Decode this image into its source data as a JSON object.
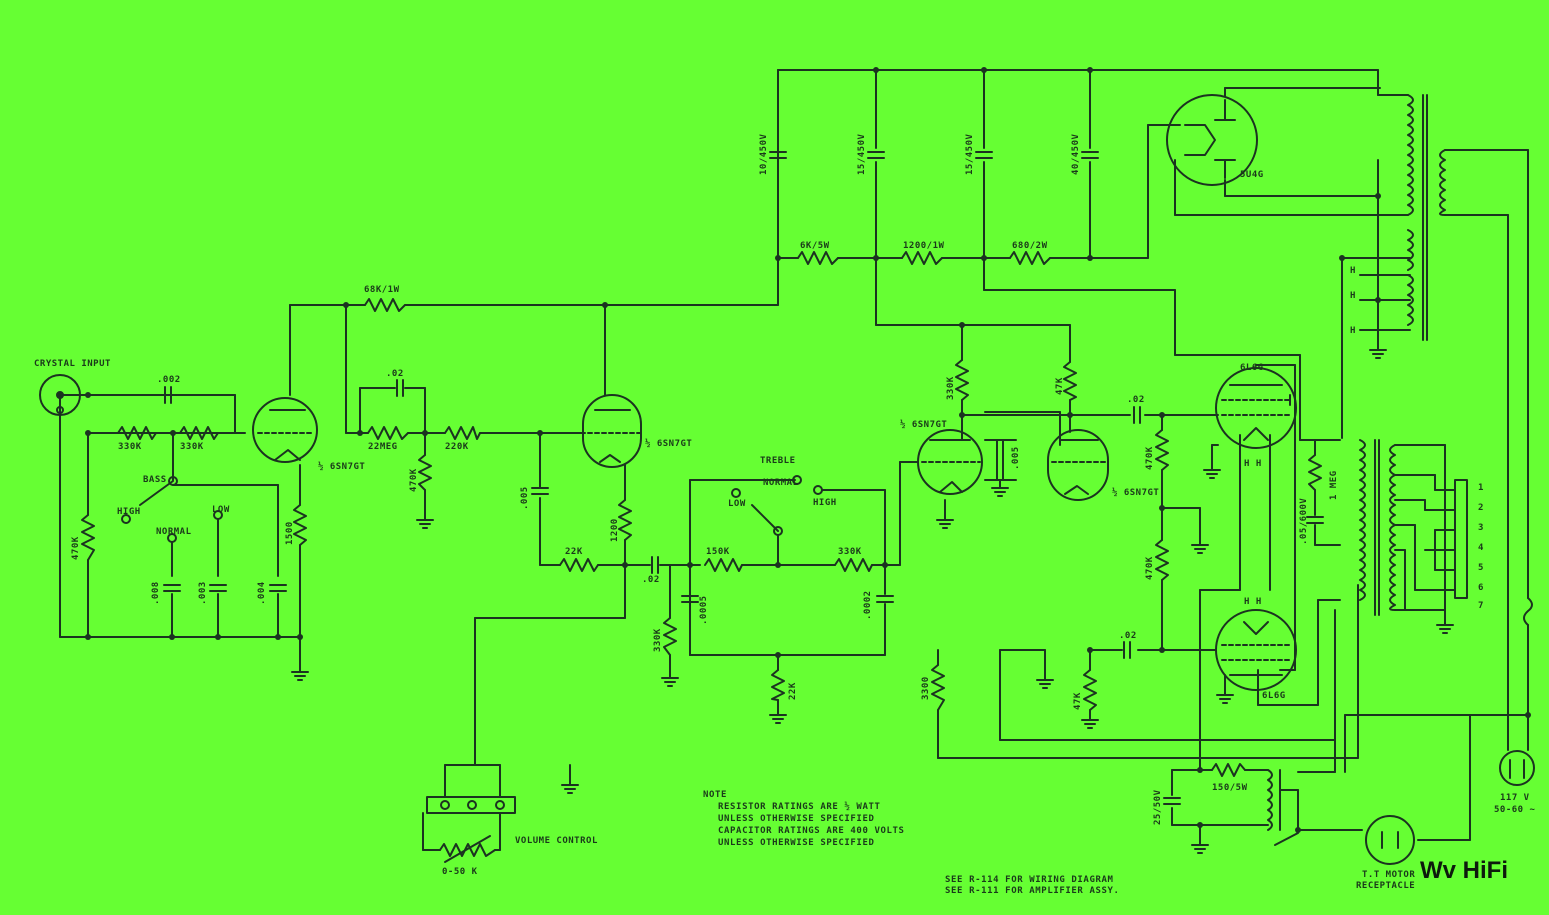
{
  "colors": {
    "background": "#66ff33",
    "ink": "#1b3320"
  },
  "labels": {
    "crystal_input": "CRYSTAL INPUT",
    "c_002": ".002",
    "r_330k_a": "330K",
    "r_330k_b": "330K",
    "bass": "BASS",
    "high_bass": "HIGH",
    "normal_bass": "NORMAL",
    "low_bass": "LOW",
    "c_008": ".008",
    "c_003": ".003",
    "c_004": ".004",
    "r_470k_in": "470K",
    "tube_v1": "½ 6SN7GT",
    "r_1500_v1": "1500",
    "r_68k": "68K/1W",
    "c_02_fb": ".02",
    "r_22meg": "22MEG",
    "r_220k": "220K",
    "r_470k_mid": "470K",
    "tube_v2": "½ 6SN7GT",
    "c_005_v2": ".005",
    "r_1200": "1200",
    "r_22k": "22K",
    "c_02_out": ".02",
    "treble": "TREBLE",
    "treble_normal": "NORMAL",
    "treble_low": "LOW",
    "treble_high": "HIGH",
    "r_150k": "150K",
    "r_330k_t": "330K",
    "c_0005_t": ".0005",
    "c_0002_t": ".0002",
    "r_330k_vc": "330K",
    "r_22k_t": "22K",
    "volume_control": "VOLUME CONTROL",
    "pot_value": "0-50 K",
    "cap_10": "10/450V",
    "cap_15a": "15/450V",
    "cap_15b": "15/450V",
    "cap_40": "40/450V",
    "r_6k": "6K/5W",
    "r_1200_1w": "1200/1W",
    "r_680": "680/2W",
    "rect": "5U4G",
    "tube_v3": "½ 6SN7GT",
    "tube_v4": "½ 6SN7GT",
    "r_330k_v3": "330K",
    "r_47k": "47K",
    "c_005_pi": ".005",
    "c_02_top": ".02",
    "c_02_bot": ".02",
    "r_470k_g1": "470K",
    "r_470k_g2": "470K",
    "r_47k_b": "47K",
    "r_3300": "3300",
    "tube_pa": "6L6G",
    "tube_pb": "6L6G",
    "hh_a": "H H",
    "hh_b": "H H",
    "r_1meg": "1 MEG",
    "c_05": ".05/600V",
    "c_25": "25/50V",
    "r_150": "150/5W",
    "taps": [
      "1",
      "2",
      "3",
      "4",
      "5",
      "6",
      "7"
    ],
    "h_labels": [
      "H",
      "H",
      "H"
    ],
    "mains": "117 V",
    "mains_freq": "50-60 ~",
    "tt_motor": "T.T MOTOR",
    "receptacle": "RECEPTACLE",
    "brand": "Wv HiFi"
  },
  "notes": {
    "title": "NOTE",
    "line1": "RESISTOR RATINGS ARE ½ WATT",
    "line2": "UNLESS OTHERWISE SPECIFIED",
    "line3": "CAPACITOR RATINGS ARE 400 VOLTS",
    "line4": "UNLESS OTHERWISE SPECIFIED"
  },
  "refs": {
    "line1": "SEE R-114 FOR WIRING DIAGRAM",
    "line2": "SEE R-111 FOR AMPLIFIER ASSY."
  }
}
